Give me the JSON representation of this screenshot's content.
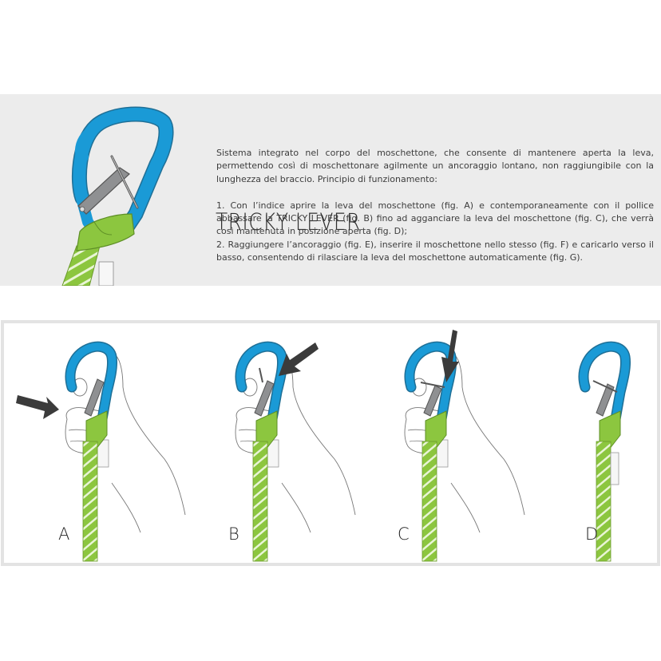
{
  "colors": {
    "carabiner_blue": "#1a9ad6",
    "sling_green": "#8cc63f",
    "lever_gray": "#8f9092",
    "panel_gray": "#ececec",
    "arrow": "#3b3b3b",
    "text": "#3a3a3a"
  },
  "header": {
    "title": "TRICKY LEVER"
  },
  "description": {
    "intro": "Sistema integrato nel corpo del moschettone, che consente di mantenere aperta la leva, permettendo così di moschettonare agilmente un ancoraggio lontano, non raggiungibile con la lunghezza del braccio. Principio di funzionamento:",
    "steps": [
      "1. Con l’indice aprire la leva del moschettone (fig. A) e contemporaneamente con il pollice abbassare la TRICKY LEVER (fig. B) fino ad agganciare la leva del moschettone (fig. C), che verrà così mantenuta in posizione aperta (fig. D);",
      "2. Raggiungere l’ancoraggio (fig. E), inserire il moschettone nello stesso (fig. F) e caricarlo verso il basso, consentendo di rilasciare la leva del moschettone automaticamente (fig. G)."
    ]
  },
  "figures": [
    {
      "label": "A",
      "arrow": "pointing-right-at-gate"
    },
    {
      "label": "B",
      "arrow": "pointing-down-left-at-lever"
    },
    {
      "label": "C",
      "arrow": "pointing-down-at-lever"
    },
    {
      "label": "D",
      "arrow": "none"
    }
  ]
}
